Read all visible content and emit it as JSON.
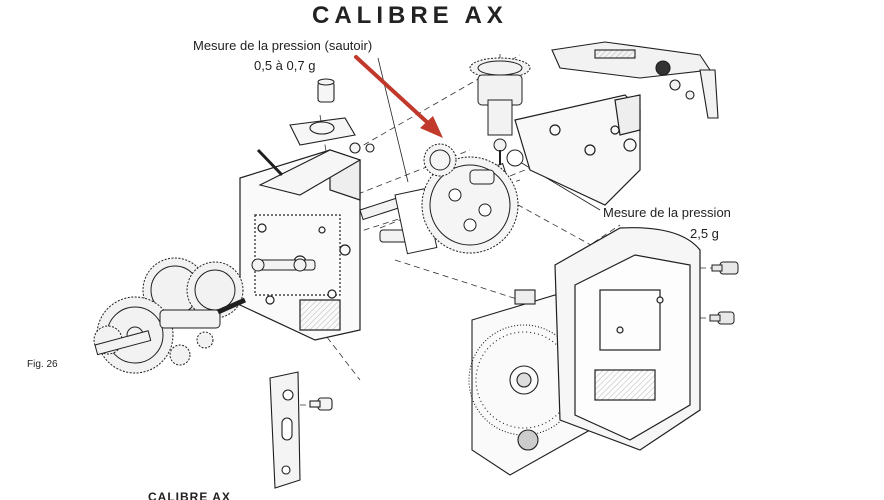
{
  "diagram": {
    "title": "CALIBRE AX",
    "annotations": {
      "sautoir": {
        "line1": "Mesure de la pression (sautoir)",
        "line2": "0,5 à 0,7 g"
      },
      "pression": {
        "line1": "Mesure de la pression",
        "line2": "2,5 g"
      }
    },
    "figure_label": "Fig. 26",
    "bottom_caption": "CALIBRE AX",
    "bottom_caption_2": "",
    "colors": {
      "line": "#1f1f1f",
      "arrow": "#c0392b",
      "paper": "#ffffff"
    }
  }
}
